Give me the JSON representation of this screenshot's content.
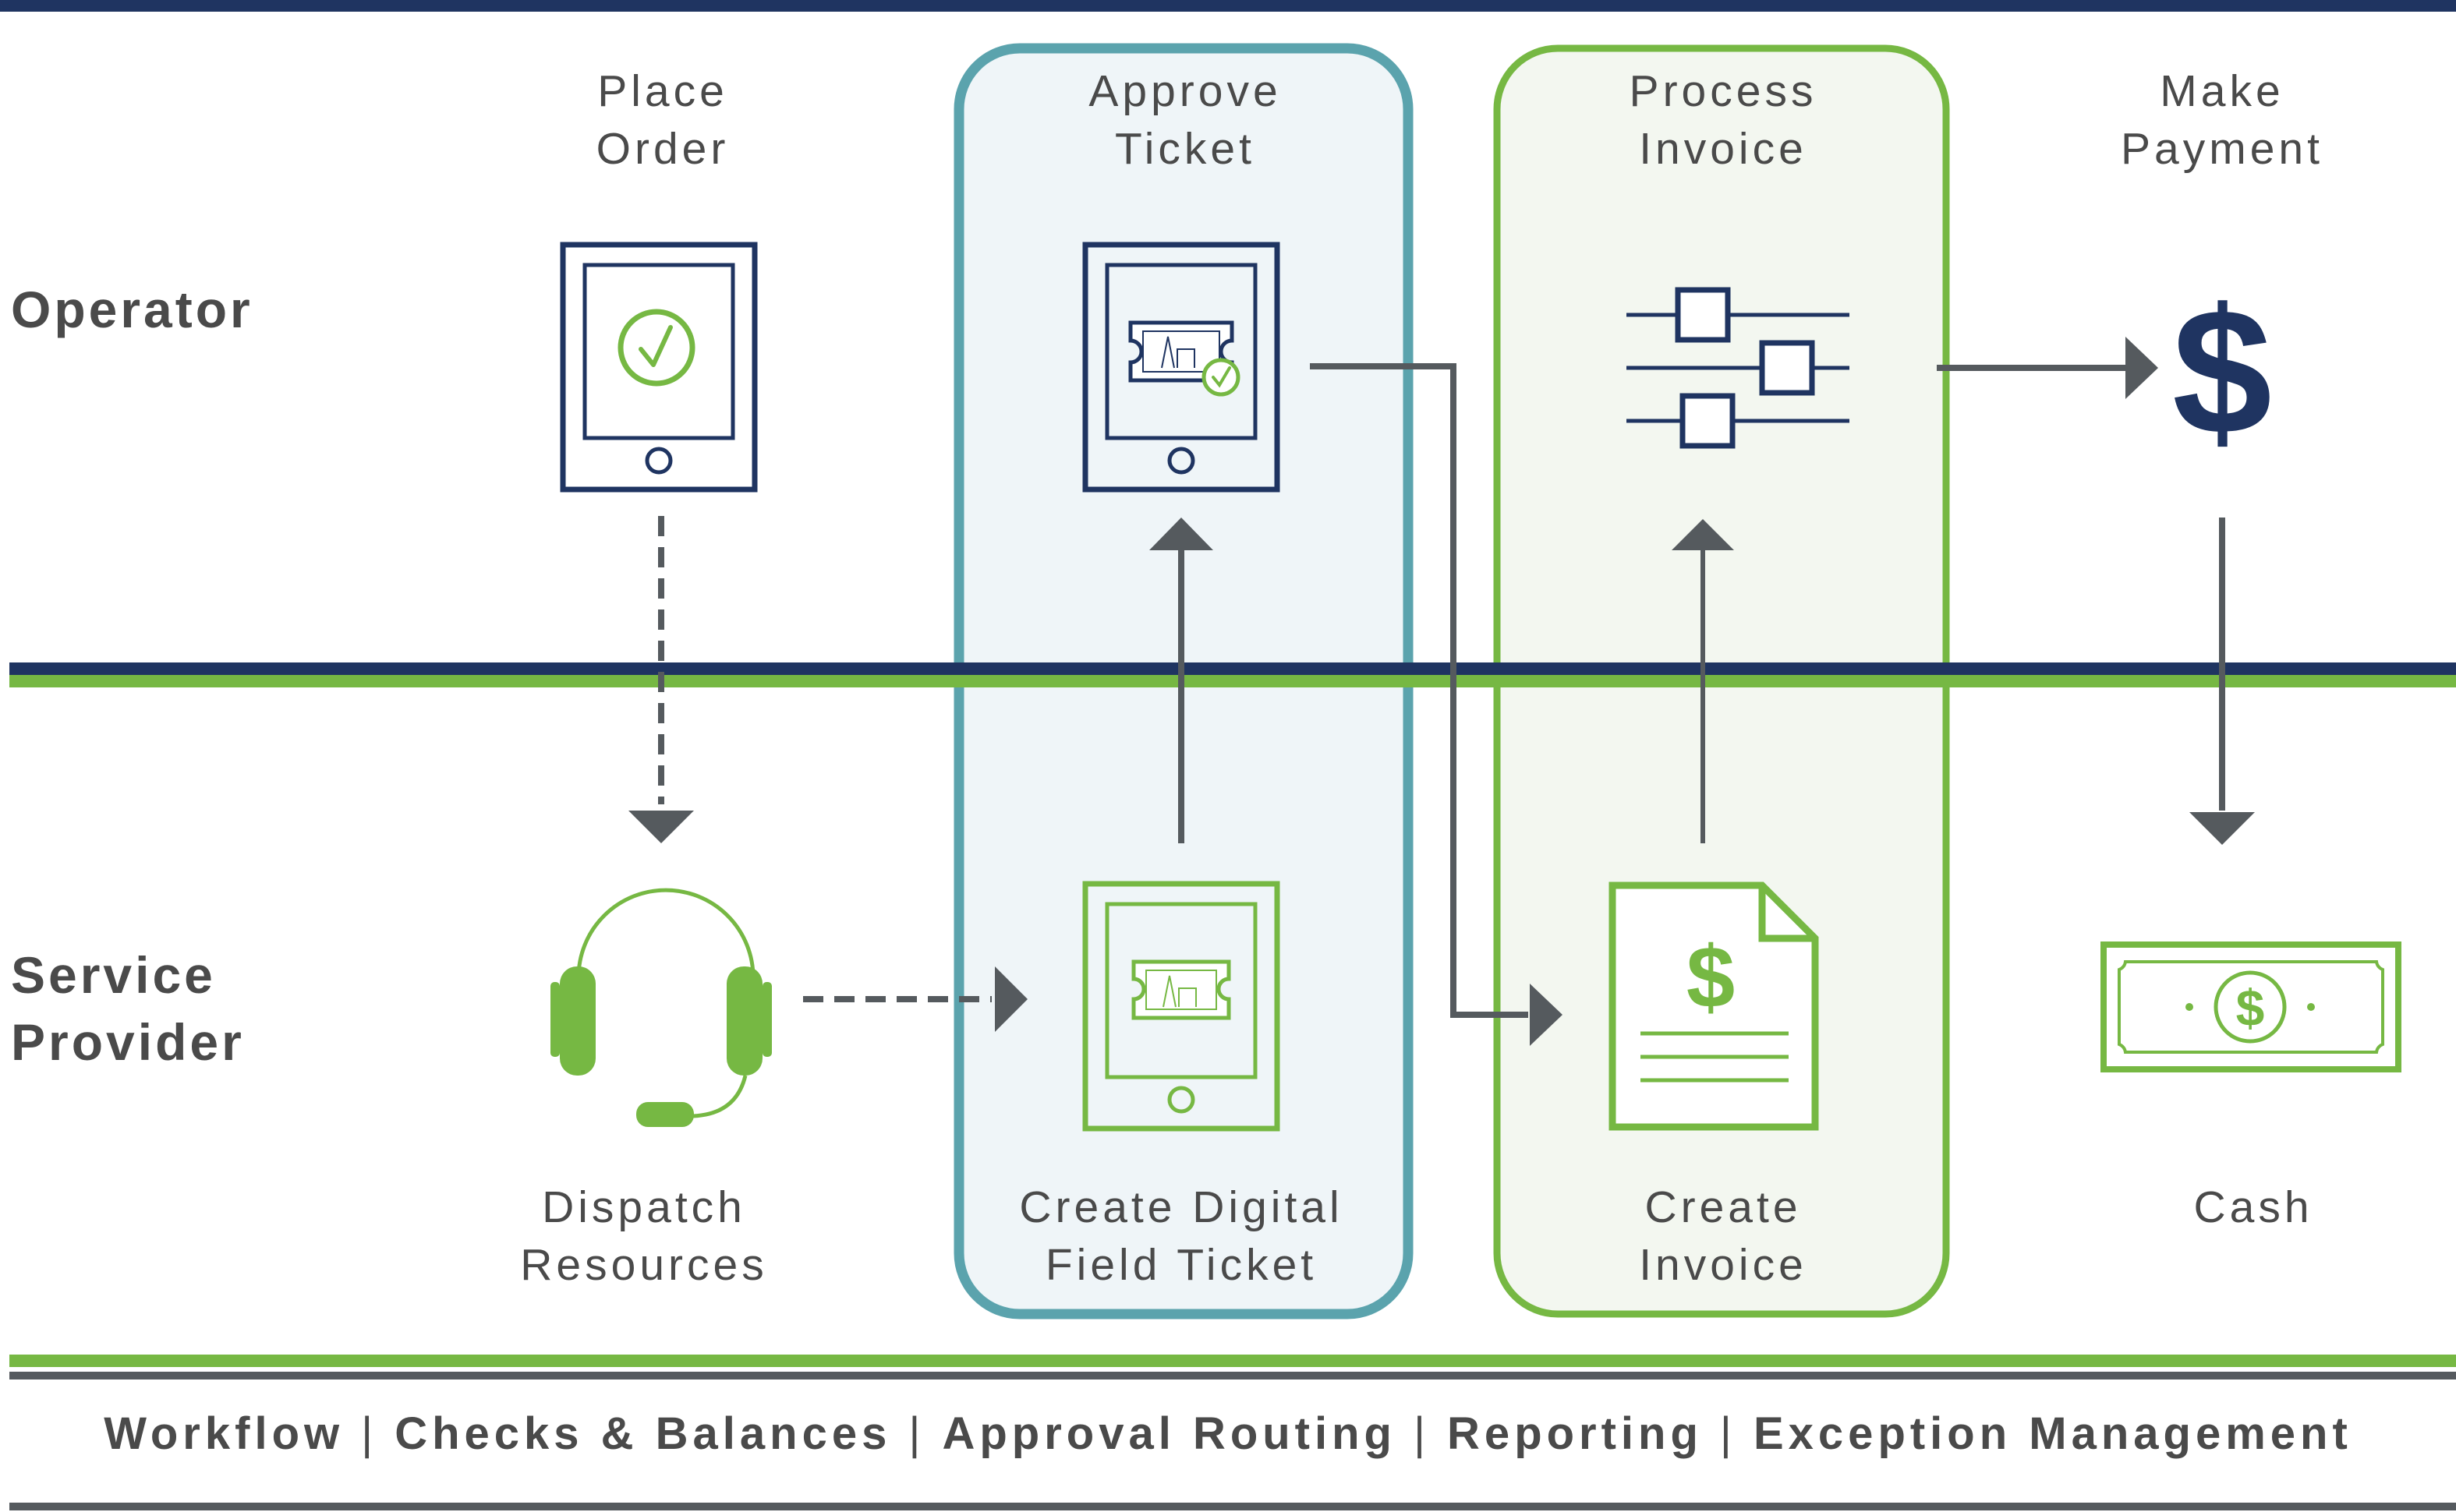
{
  "lanes": {
    "operator": "Operator",
    "service_provider_line1": "Service",
    "service_provider_line2": "Provider"
  },
  "steps": {
    "place_order": [
      "Place",
      "Order"
    ],
    "approve_ticket": [
      "Approve",
      "Ticket"
    ],
    "process_invoice": [
      "Process",
      "Invoice"
    ],
    "make_payment": [
      "Make",
      "Payment"
    ],
    "dispatch_resources": [
      "Dispatch",
      "Resources"
    ],
    "create_digital_field_ticket": [
      "Create Digital",
      "Field Ticket"
    ],
    "create_invoice": [
      "Create",
      "Invoice"
    ],
    "cash": [
      "Cash"
    ]
  },
  "icon_glyphs": {
    "dollar_sign": "$",
    "invoice_dollar": "$",
    "cash_dollar": "$"
  },
  "footer": {
    "items": [
      "Workflow",
      "Checks & Balances",
      "Approval Routing",
      "Reporting",
      "Exception Management"
    ],
    "separator": "|"
  },
  "colors": {
    "navy": "#1f3461",
    "green": "#76b843",
    "teal": "#5ba3ad",
    "gray": "#555a5e",
    "text": "#4a4a4a",
    "approve_box_fill": "#eff5f8",
    "invoice_box_fill": "#f3f7f0"
  }
}
